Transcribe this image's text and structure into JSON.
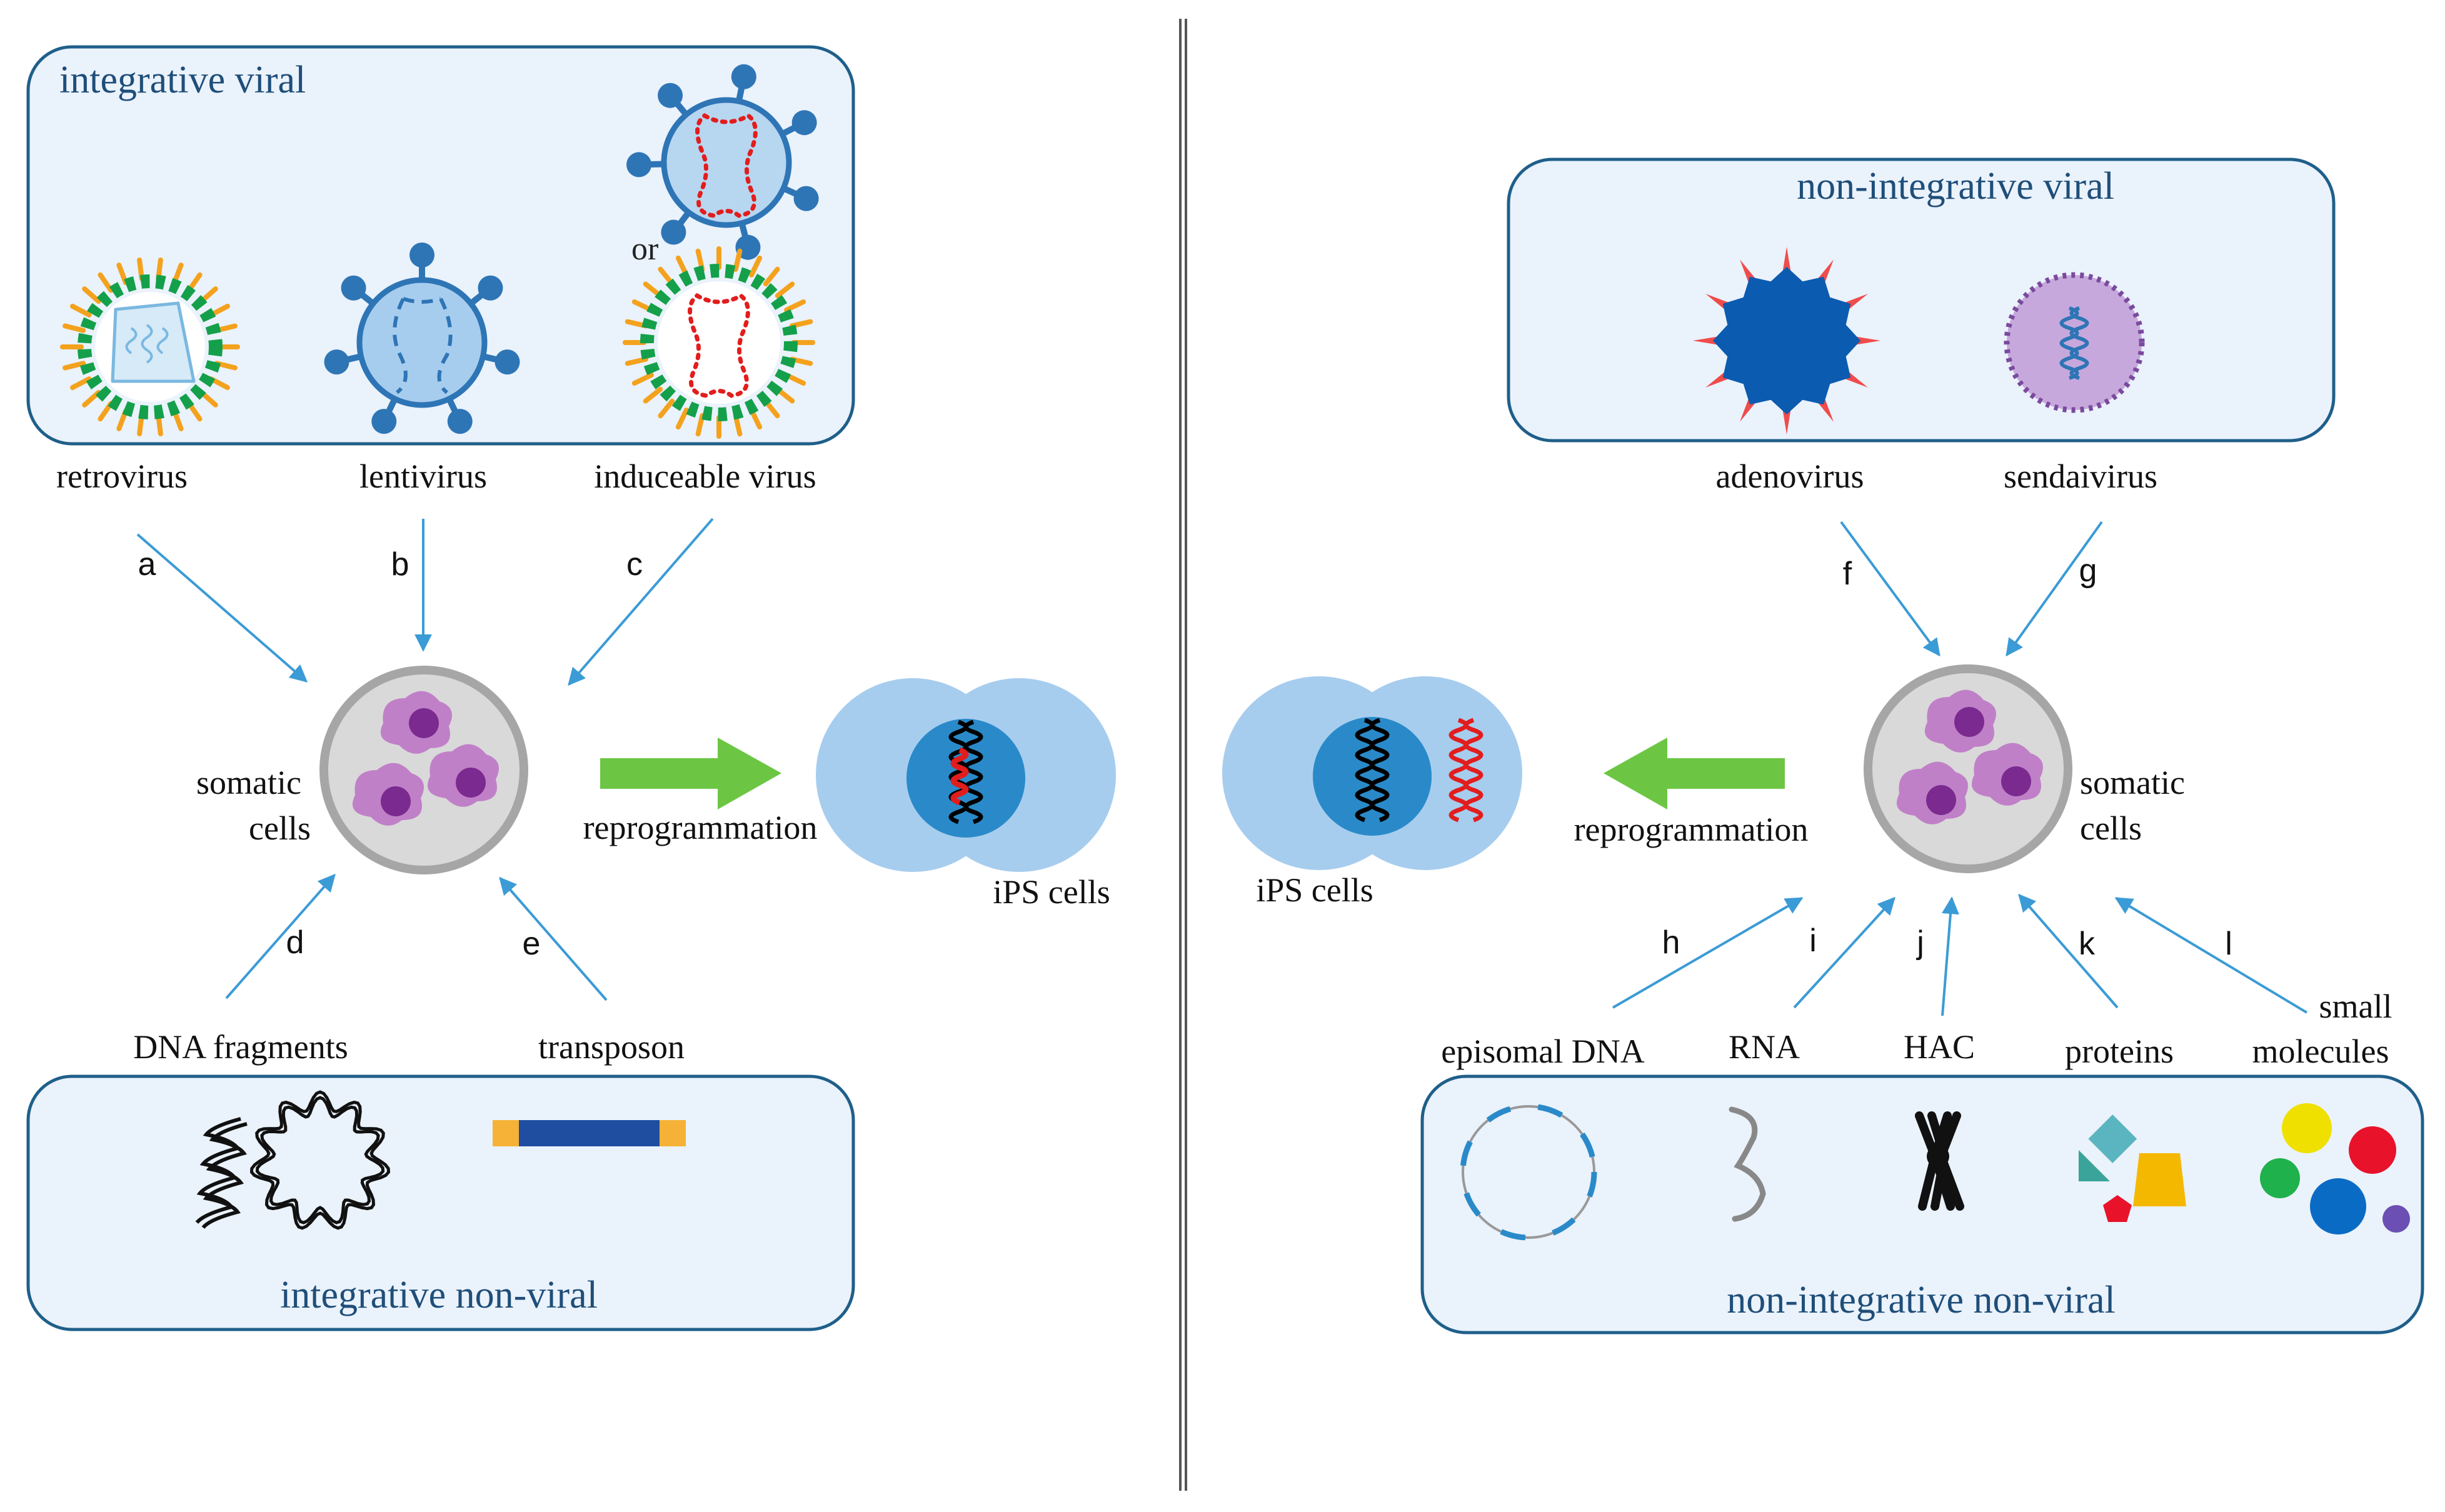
{
  "colors": {
    "panel_fill": "#eaf2fb",
    "panel_stroke": "#1f5f8a",
    "title_text": "#1f4e79",
    "arrow_line": "#3b9bd6",
    "big_arrow": "#6cc644",
    "cell_light": "#a7cdee",
    "cell_nucleus": "#2a8ac9",
    "somatic_fill": "#d9d9d9",
    "somatic_ring": "#a6a6a6",
    "somatic_cytoplasm": "#c080c8",
    "somatic_nucleus": "#7b2a8f",
    "virus_blue": "#2e75b6",
    "virus_light": "#b7d6f0",
    "retro_green": "#14a04a",
    "retro_orange": "#f4a21e",
    "dna_red": "#e21d1d",
    "adeno_blue": "#0b5bb0",
    "adeno_spike": "#ef4c4c",
    "sendai_fill": "#c7a8dc",
    "sendai_dot": "#7a4a9e",
    "transposon_blue": "#1f4ea1",
    "transposon_orange": "#f5b236"
  },
  "left": {
    "integrative_viral": {
      "title": "integrative viral",
      "or_label": "or",
      "viruses": [
        "retrovirus",
        "lentivirus",
        "induceable virus"
      ]
    },
    "integrative_non_viral": {
      "title": "integrative non-viral",
      "items": [
        "DNA fragments",
        "transposon"
      ]
    },
    "arrow_letters": [
      "a",
      "b",
      "c",
      "d",
      "e"
    ],
    "somatic_label": [
      "somatic",
      "cells"
    ],
    "reprogramming_label": "reprogrammation",
    "ips_label": "iPS cells"
  },
  "right": {
    "non_integrative_viral": {
      "title": "non-integrative viral",
      "viruses": [
        "adenovirus",
        "sendaivirus"
      ]
    },
    "non_integrative_non_viral": {
      "title": "non-integrative non-viral",
      "items": [
        "episomal DNA",
        "RNA",
        "HAC",
        "proteins",
        "small",
        "molecules"
      ]
    },
    "arrow_letters": [
      "f",
      "g",
      "h",
      "i",
      "j",
      "k",
      "l"
    ],
    "somatic_label": [
      "somatic",
      "cells"
    ],
    "reprogramming_label": "reprogrammation",
    "ips_label": "iPS cells"
  },
  "icons": {
    "retrovirus": "retrovirus-icon",
    "lentivirus": "lentivirus-icon",
    "induceable": "induceable-virus-icon",
    "adenovirus": "adenovirus-icon",
    "sendaivirus": "sendaivirus-icon",
    "somatic": "somatic-cells-icon",
    "ips": "ips-cells-icon"
  }
}
